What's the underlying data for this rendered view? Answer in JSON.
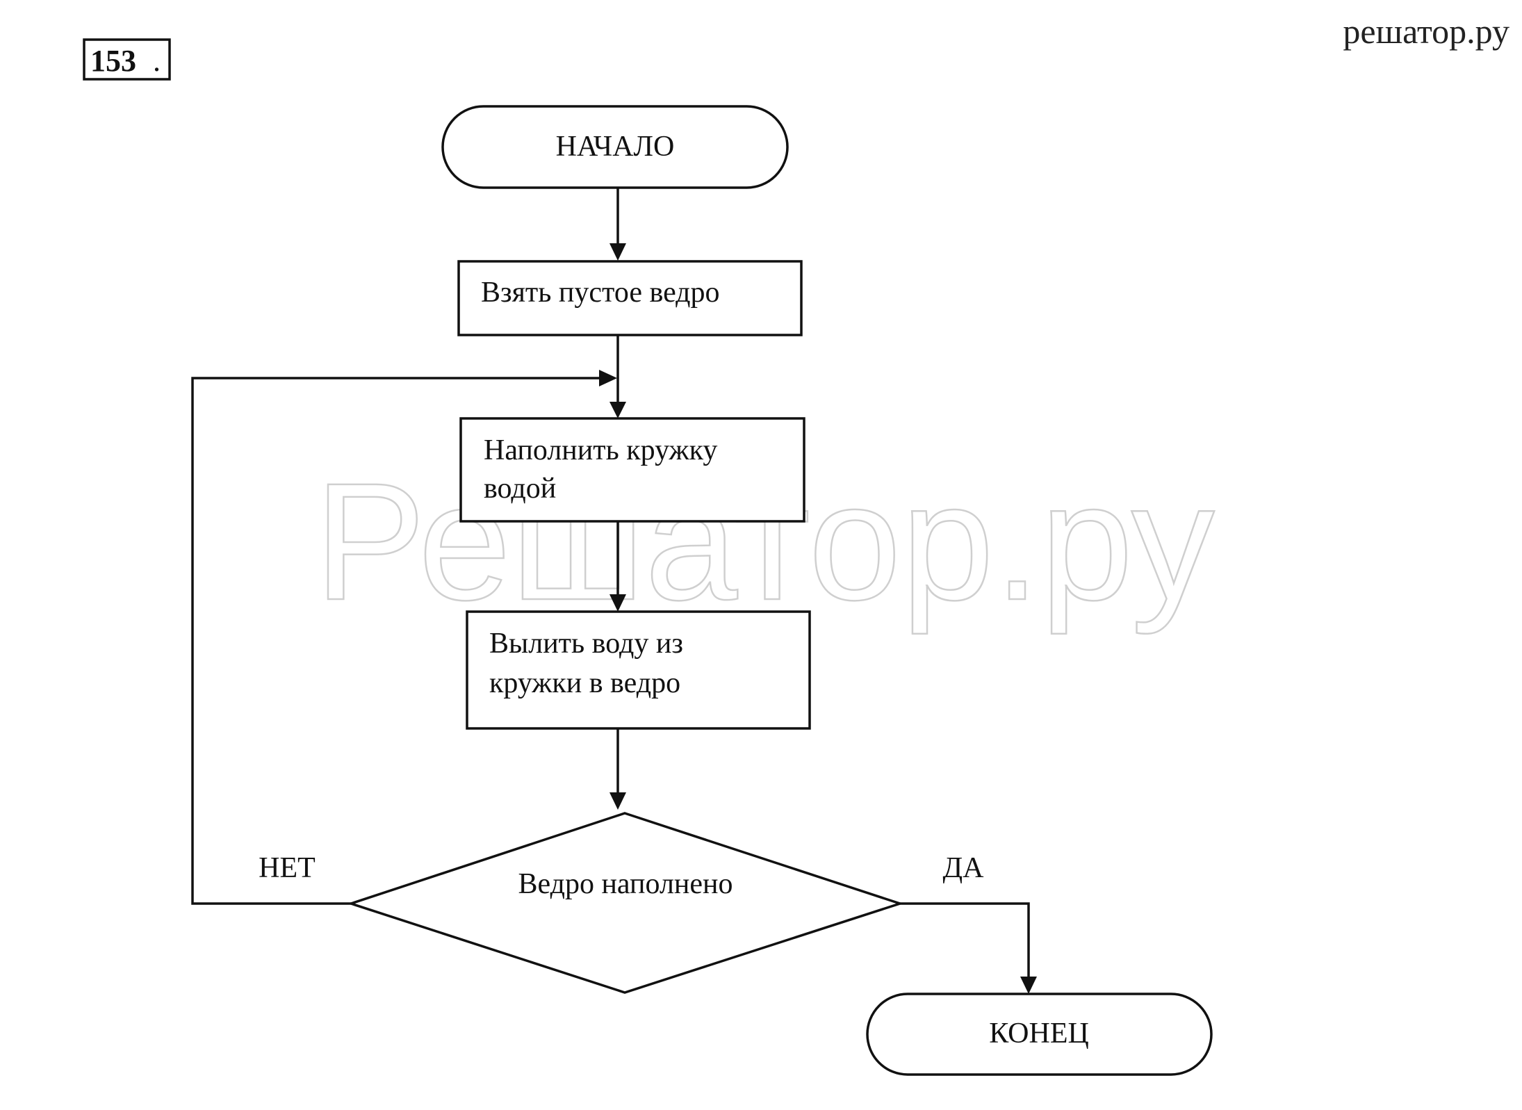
{
  "header": {
    "problem_number": "153",
    "problem_dot": ".",
    "site_name": "решатор.ру"
  },
  "watermark": {
    "text": "Решатор.ру"
  },
  "flowchart": {
    "start": "НАЧАЛО",
    "step_take_bucket": "Взять пустое ведро",
    "step_fill_mug": {
      "line1": "Наполнить кружку",
      "line2": "водой"
    },
    "step_pour_water": {
      "line1": "Вылить воду из",
      "line2": "кружки в ведро"
    },
    "decision": "Ведро наполнено",
    "branch_no": "НЕТ",
    "branch_yes": "ДА",
    "end": "КОНЕЦ"
  }
}
